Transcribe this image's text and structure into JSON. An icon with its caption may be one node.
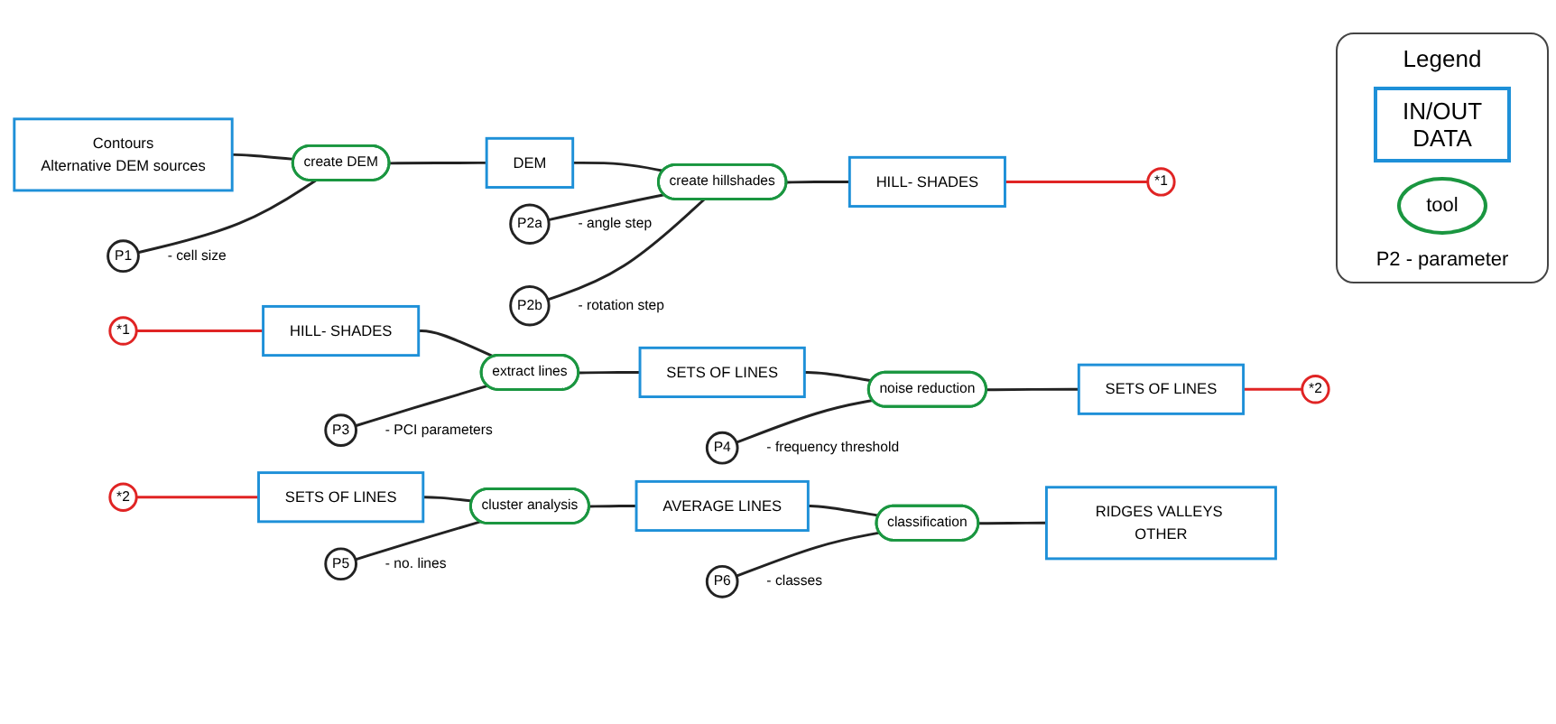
{
  "diagram": {
    "nodes": [
      {
        "text": [
          "Contours",
          "Alternative DEM sources"
        ]
      },
      {
        "text": [
          "P1"
        ],
        "beside": [
          "- cell size"
        ]
      },
      {
        "text": [
          "create DEM"
        ]
      },
      {
        "text": [
          "DEM"
        ]
      },
      {
        "text": [
          "P2a"
        ],
        "beside": [
          "- angle step"
        ]
      },
      {
        "text": [
          "create hillshades"
        ]
      },
      {
        "text": [
          "P2b"
        ],
        "beside": [
          "- rotation step"
        ]
      },
      {
        "text": [
          "HILL- SHADES"
        ]
      },
      {
        "text": [
          "*1"
        ]
      },
      {
        "text": [
          "*1"
        ]
      },
      {
        "text": [
          "HILL- SHADES"
        ]
      },
      {
        "text": [
          "P3"
        ],
        "beside": [
          "- PCI parameters"
        ]
      },
      {
        "text": [
          "extract lines"
        ]
      },
      {
        "text": [
          "SETS OF LINES"
        ]
      },
      {
        "text": [
          "P4"
        ],
        "beside": [
          "- frequency threshold"
        ]
      },
      {
        "text": [
          "noise reduction"
        ]
      },
      {
        "text": [
          "SETS OF LINES"
        ]
      },
      {
        "text": [
          "*2"
        ]
      },
      {
        "text": [
          "*2"
        ]
      },
      {
        "text": [
          "SETS OF LINES"
        ]
      },
      {
        "text": [
          "P5"
        ],
        "beside": [
          "- no. lines"
        ]
      },
      {
        "text": [
          "cluster analysis"
        ]
      },
      {
        "text": [
          "AVERAGE LINES"
        ]
      },
      {
        "text": [
          "P6"
        ],
        "beside": [
          "- classes"
        ]
      },
      {
        "text": [
          "classification"
        ]
      },
      {
        "text": [
          "RIDGES VALLEYS OTHER"
        ]
      }
    ],
    "edges": [
      {
        "from": 0,
        "to": 2,
        "arrow": "none"
      },
      {
        "from": 1,
        "to": 2,
        "arrow": "none"
      },
      {
        "from": 2,
        "to": 3,
        "arrow": "none"
      },
      {
        "from": 3,
        "to": 5,
        "arrow": "none"
      },
      {
        "from": 4,
        "to": 5,
        "arrow": "none"
      },
      {
        "from": 6,
        "to": 5,
        "arrow": "none"
      },
      {
        "from": 5,
        "to": 7,
        "arrow": "none"
      },
      {
        "from": 7,
        "to": 8,
        "arrow": "none",
        "color": "#e02424"
      },
      {
        "from": 9,
        "to": 10,
        "arrow": "none",
        "color": "#e02424"
      },
      {
        "from": 10,
        "to": 12,
        "arrow": "none"
      },
      {
        "from": 11,
        "to": 12,
        "arrow": "none"
      },
      {
        "from": 12,
        "to": 13,
        "arrow": "none"
      },
      {
        "from": 13,
        "to": 15,
        "arrow": "none"
      },
      {
        "from": 14,
        "to": 15,
        "arrow": "none"
      },
      {
        "from": 15,
        "to": 16,
        "arrow": "none"
      },
      {
        "from": 16,
        "to": 17,
        "arrow": "none",
        "color": "#e02424"
      },
      {
        "from": 18,
        "to": 19,
        "arrow": "none",
        "color": "#e02424"
      },
      {
        "from": 19,
        "to": 21,
        "arrow": "none"
      },
      {
        "from": 20,
        "to": 21,
        "arrow": "none"
      },
      {
        "from": 21,
        "to": 22,
        "arrow": "none"
      },
      {
        "from": 22,
        "to": 24,
        "arrow": "none"
      },
      {
        "from": 23,
        "to": 24,
        "arrow": "none"
      },
      {
        "from": 24,
        "to": 25,
        "arrow": "none"
      }
    ],
    "labels": [
      "Legend"
    ],
    "legend": [
      {
        "text": "IN/OUT DATA"
      },
      {
        "text": "tool"
      },
      {
        "text": "P2 - parameter"
      }
    ]
  }
}
